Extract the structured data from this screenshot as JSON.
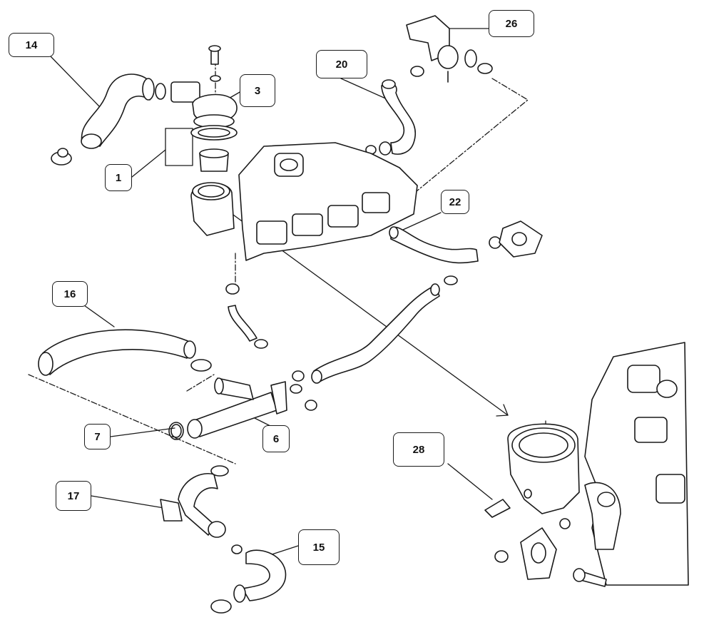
{
  "diagram": {
    "callouts": [
      {
        "id": "c14",
        "label": "14"
      },
      {
        "id": "c26",
        "label": "26"
      },
      {
        "id": "c20",
        "label": "20"
      },
      {
        "id": "c3",
        "label": "3"
      },
      {
        "id": "c1",
        "label": "1"
      },
      {
        "id": "c22",
        "label": "22"
      },
      {
        "id": "c16",
        "label": "16"
      },
      {
        "id": "c7",
        "label": "7"
      },
      {
        "id": "c6",
        "label": "6"
      },
      {
        "id": "c28",
        "label": "28"
      },
      {
        "id": "c17",
        "label": "17"
      },
      {
        "id": "c15",
        "label": "15"
      }
    ],
    "colors": {
      "ink": "#1a1a1a",
      "paper": "#ffffff",
      "hose_fill": "#ffffff"
    }
  }
}
